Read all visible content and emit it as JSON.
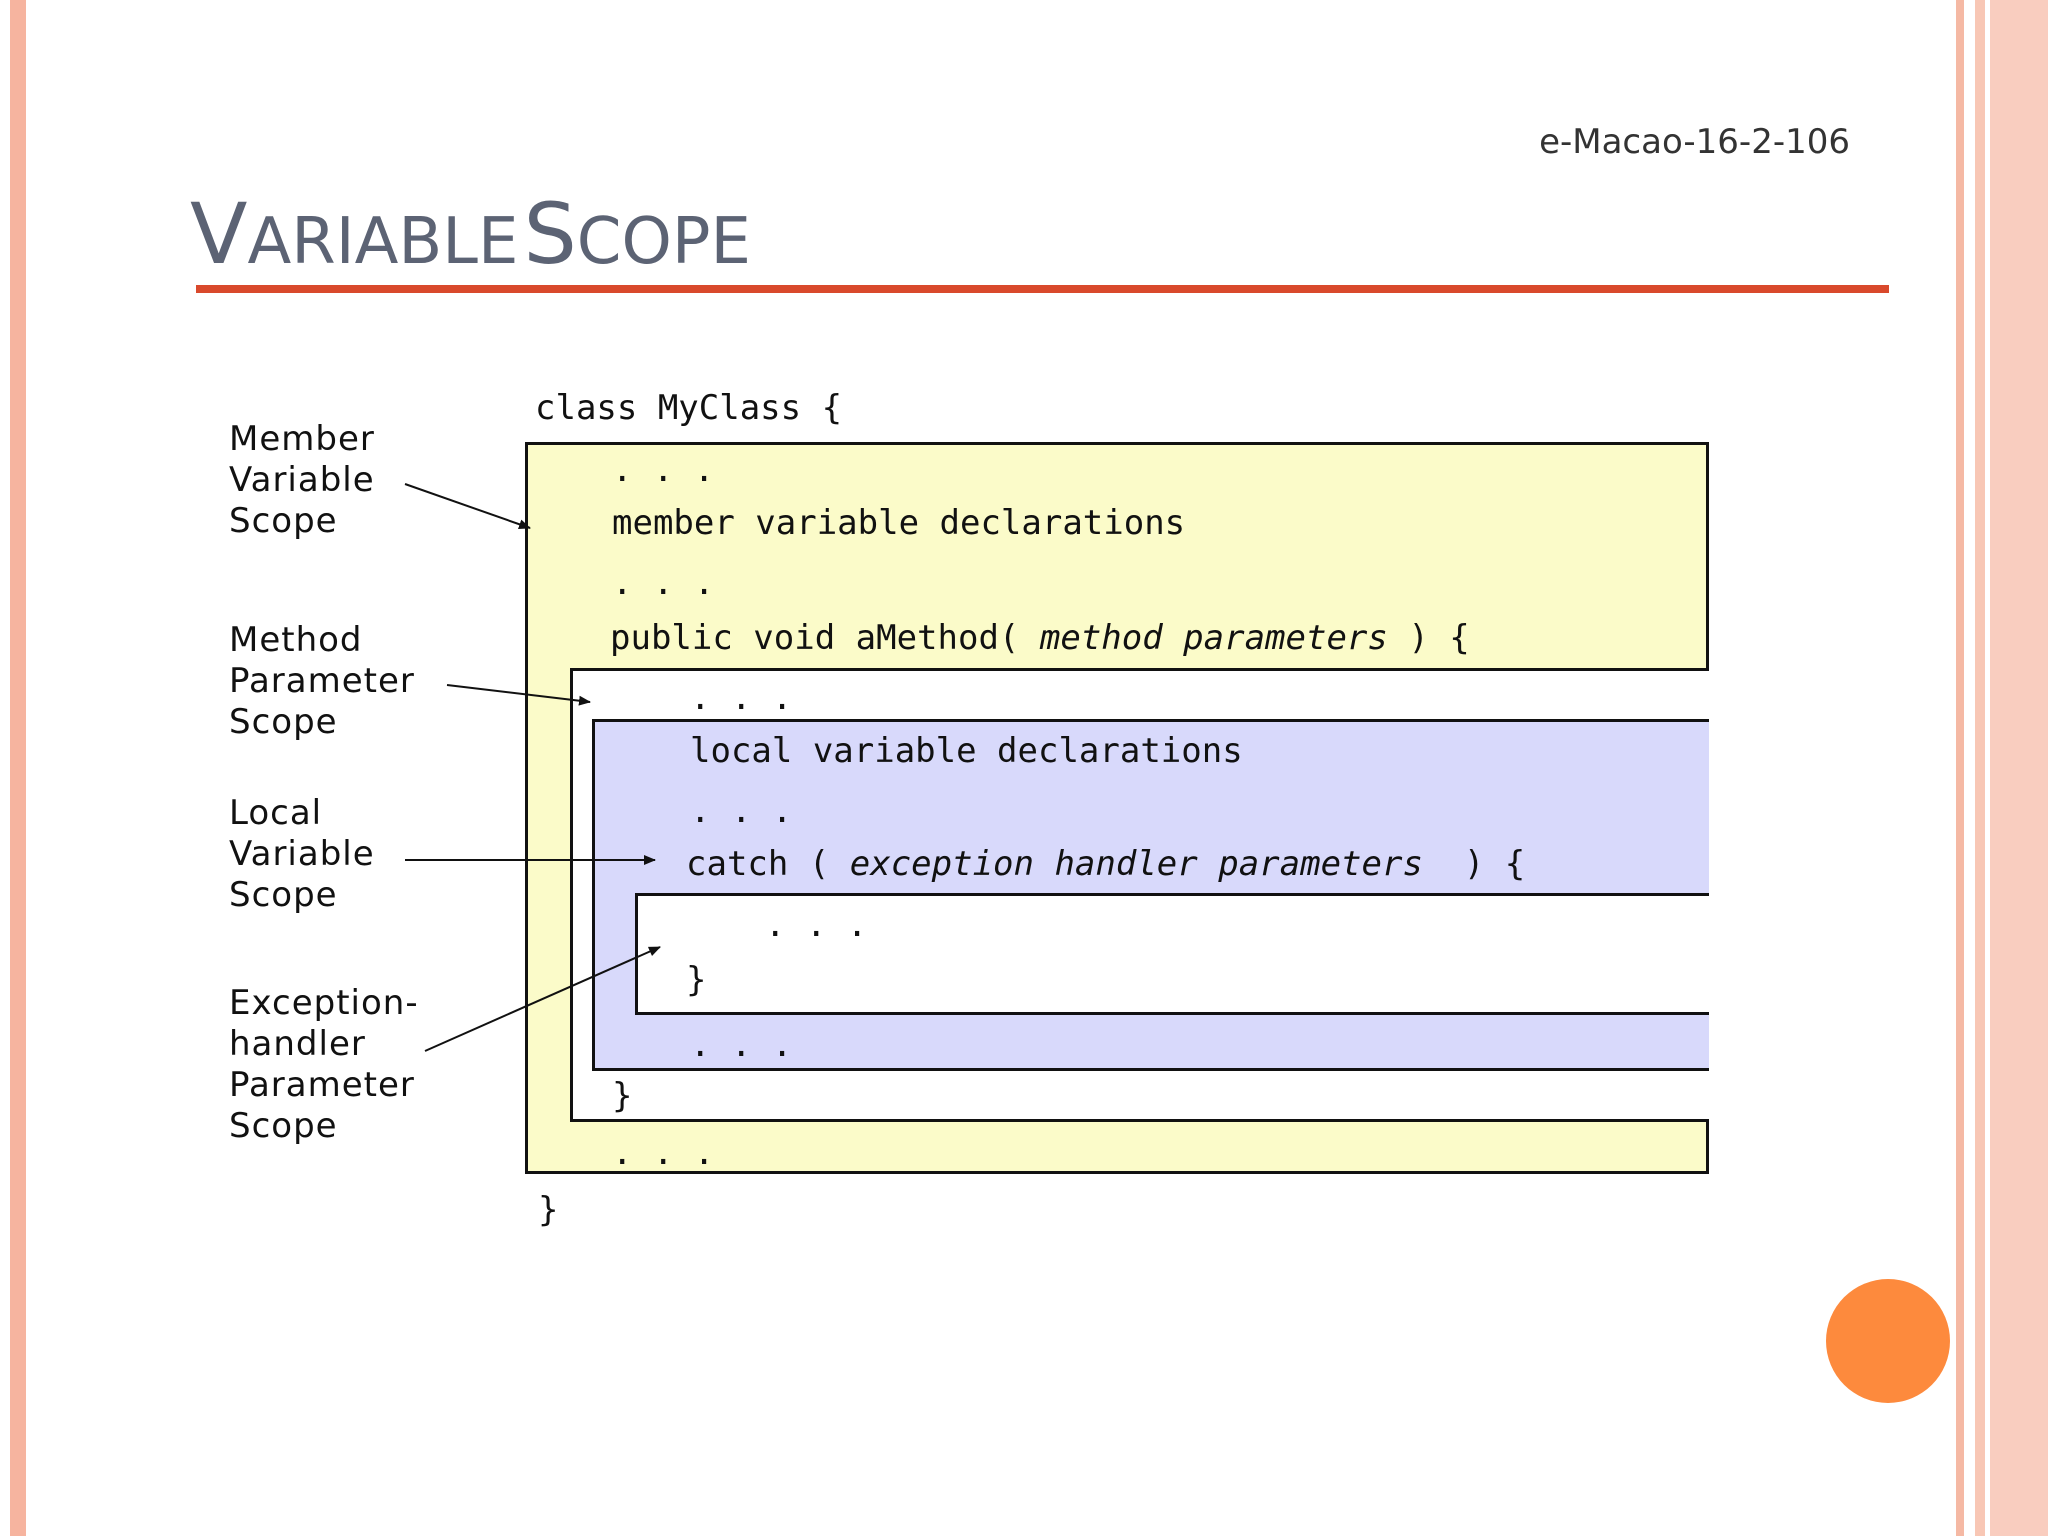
{
  "slide": {
    "id": "e-Macao-16-2-106",
    "title_first": "V",
    "title_rest": "ARIABLE",
    "title_second_first": "S",
    "title_second_rest": "COPE"
  },
  "labels": {
    "member": [
      "Member",
      "Variable",
      "Scope"
    ],
    "method": [
      "Method",
      "Parameter",
      "Scope"
    ],
    "local": [
      "Local",
      "Variable",
      "Scope"
    ],
    "exception": [
      "Exception-",
      "handler",
      "Parameter",
      "Scope"
    ]
  },
  "code": {
    "class_open": "class MyClass {",
    "dots_1": ". . .",
    "member_decl": "member variable declarations",
    "dots_2": ". . .",
    "method_sig_a": "public void aMethod( ",
    "method_sig_params": "method parameters",
    "method_sig_b": " ) {",
    "dots_3": ". . .",
    "local_decl": "local variable declarations",
    "dots_4": ". . .",
    "catch_a": "catch ( ",
    "catch_params": "exception handler parameters",
    "catch_b": "  ) {",
    "dots_5": ". . .",
    "catch_close": "}",
    "dots_6": ". . .",
    "method_close": "}",
    "dots_7": ". . .",
    "class_close": "}"
  },
  "colors": {
    "member_scope": "#fbfbc9",
    "local_scope": "#d8d9fb",
    "title_rule": "#d9492c",
    "accent_dot": "#fd8a3d"
  }
}
